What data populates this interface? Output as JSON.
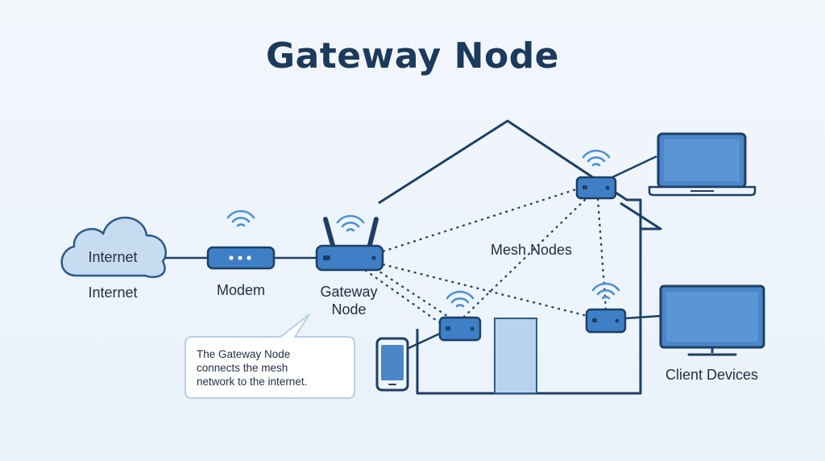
{
  "title": "Gateway Node",
  "nodes": {
    "cloud_text": "Internet",
    "internet": "Internet",
    "modem": "Modem",
    "gateway_line1": "Gateway",
    "gateway_line2": "Node",
    "mesh_nodes": "Mesh Nodes",
    "client_devices": "Client Devices"
  },
  "callout": {
    "line1": "The Gateway Node",
    "line2": "connects the mesh",
    "line3": "network to the internet."
  },
  "colors": {
    "accent": "#3f7fc6",
    "outline": "#1d3f66",
    "title": "#1b3a5c",
    "cloud_fill": "#c8dcf1",
    "house_fill": "#eef4fb",
    "screen_fill": "#4a86c8",
    "wifi": "#4a90d9"
  },
  "icons": [
    "cloud-icon",
    "modem-icon",
    "router-icon",
    "mesh-node-icon",
    "wifi-icon",
    "laptop-icon",
    "monitor-icon",
    "phone-icon",
    "door-icon",
    "house-outline"
  ]
}
